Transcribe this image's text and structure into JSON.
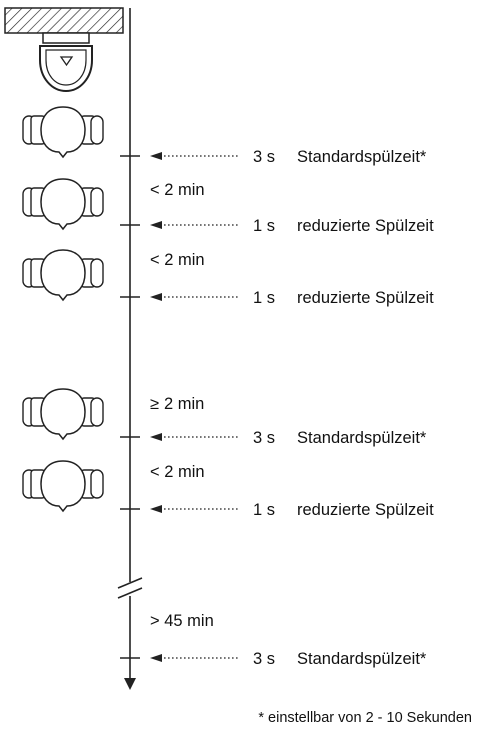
{
  "intervals": [
    "< 2 min",
    "< 2 min",
    "2 min",
    "< 2 min",
    "> 45 min"
  ],
  "interval_prefix_geq": "≥",
  "flush_events": [
    {
      "duration": "3 s",
      "label": "Standardspülzeit*"
    },
    {
      "duration": "1 s",
      "label": "reduzierte Spülzeit"
    },
    {
      "duration": "1 s",
      "label": "reduzierte Spülzeit"
    },
    {
      "duration": "3 s",
      "label": "Standardspülzeit*"
    },
    {
      "duration": "1 s",
      "label": "reduzierte Spülzeit"
    },
    {
      "duration": "3 s",
      "label": "Standardspülzeit*"
    }
  ],
  "footnote": "* einstellbar von 2 - 10 Sekunden",
  "icons": {
    "wall": "hatched-wall-icon",
    "urinal": "urinal-icon",
    "person": "person-topview-icon",
    "axis_break": "axis-break-icon",
    "arrow": "dotted-arrow-icon"
  }
}
